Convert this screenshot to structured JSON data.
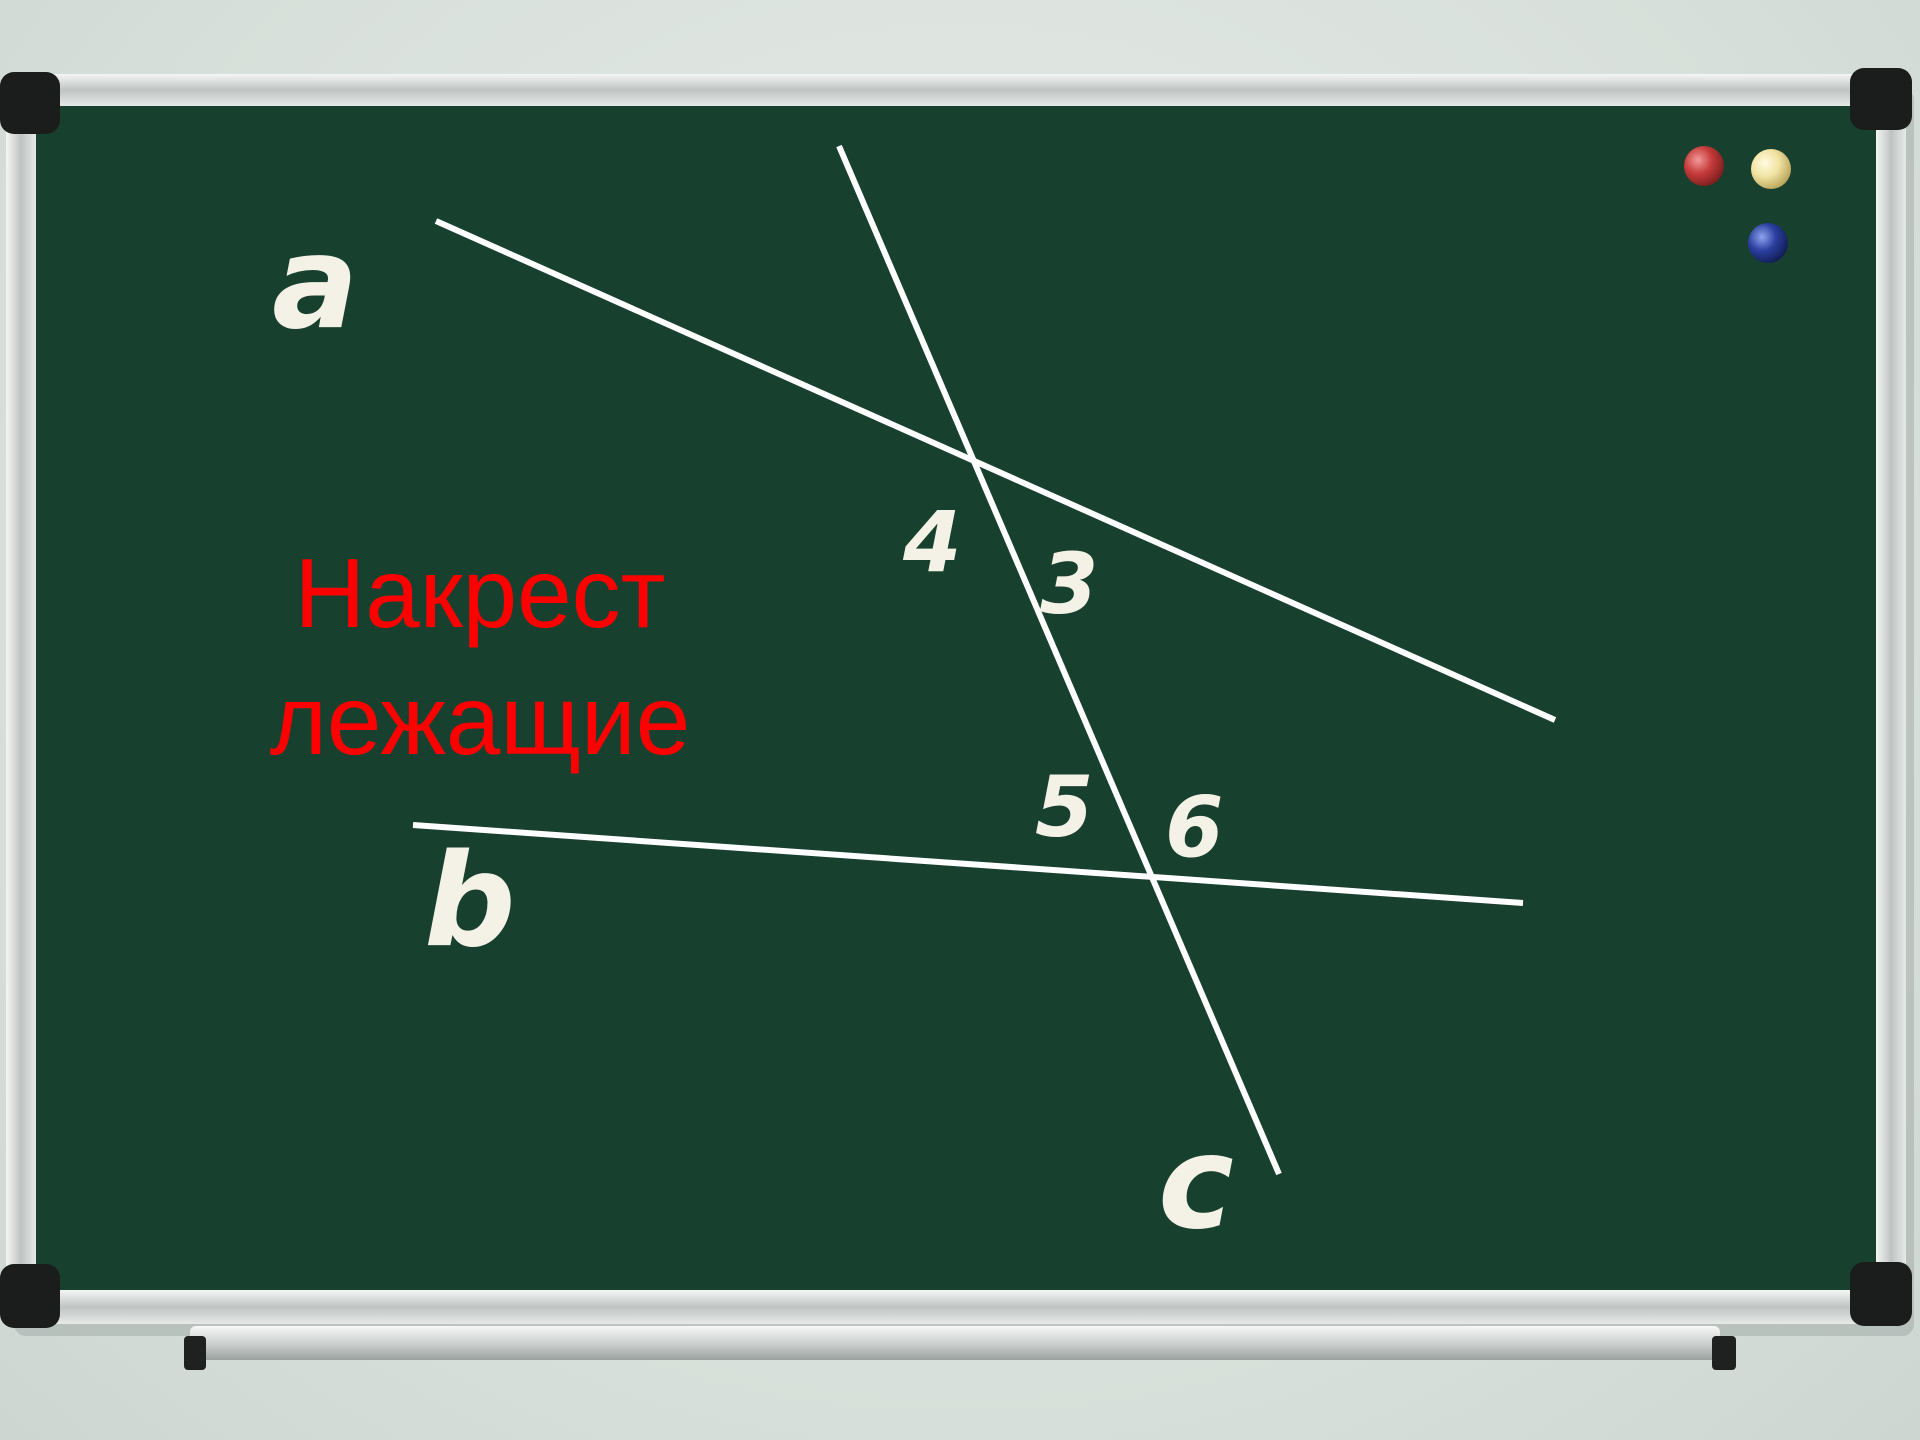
{
  "board": {
    "surface_color": "#17402f",
    "frame_color": "#c9cdcb",
    "chalk_color": "#ffffff",
    "magnets": [
      {
        "name": "red-magnet",
        "color": "#c63a3a"
      },
      {
        "name": "yellow-magnet",
        "color": "#f1e3a2"
      },
      {
        "name": "blue-magnet",
        "color": "#2a3f9e"
      }
    ]
  },
  "lines": {
    "a": "a",
    "b": "b",
    "c": "c"
  },
  "angles": {
    "angle_4": "4",
    "angle_3": "3",
    "angle_5": "5",
    "angle_6": "6"
  },
  "caption": {
    "line1": "Накрест",
    "line2": "лежащие",
    "color": "#ff0000"
  }
}
